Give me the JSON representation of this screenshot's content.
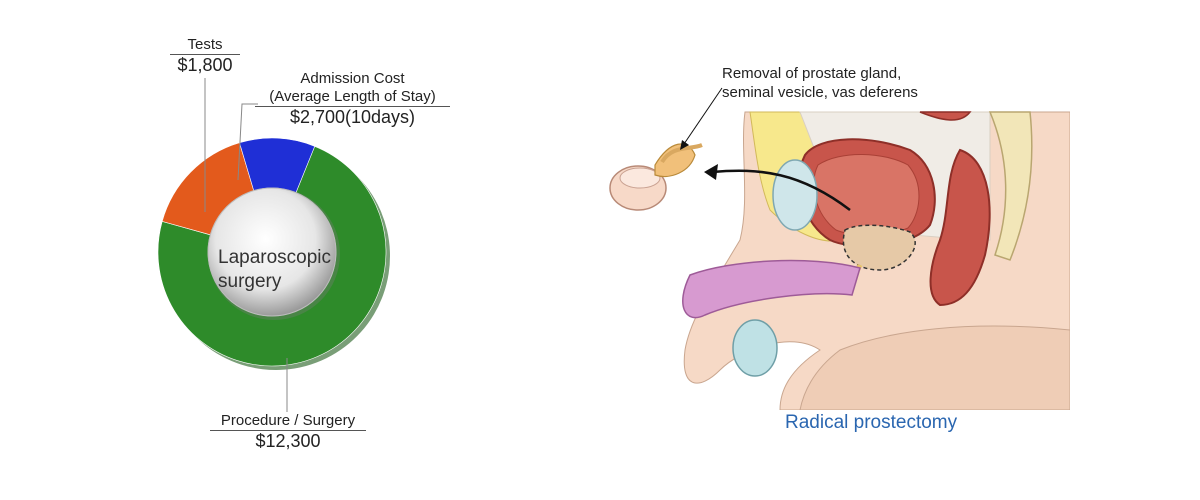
{
  "chart_data": {
    "type": "pie",
    "center_label": "Laparoscopic surgery",
    "categories": [
      "Procedure / Surgery",
      "Admission Cost",
      "Tests"
    ],
    "values": [
      12300,
      2700,
      1800
    ],
    "value_labels": [
      "$12,300",
      "$2,700(10days)",
      "$1,800"
    ],
    "sublabels": [
      "",
      "(Average Length of Stay)",
      ""
    ],
    "colors": [
      "#2e8b2a",
      "#e35a1c",
      "#1f2fd6"
    ]
  },
  "figure": {
    "annotation_line1": "Removal of prostate gland,",
    "annotation_line2": "seminal vesicle, vas deferens",
    "caption": "Radical prostectomy"
  }
}
